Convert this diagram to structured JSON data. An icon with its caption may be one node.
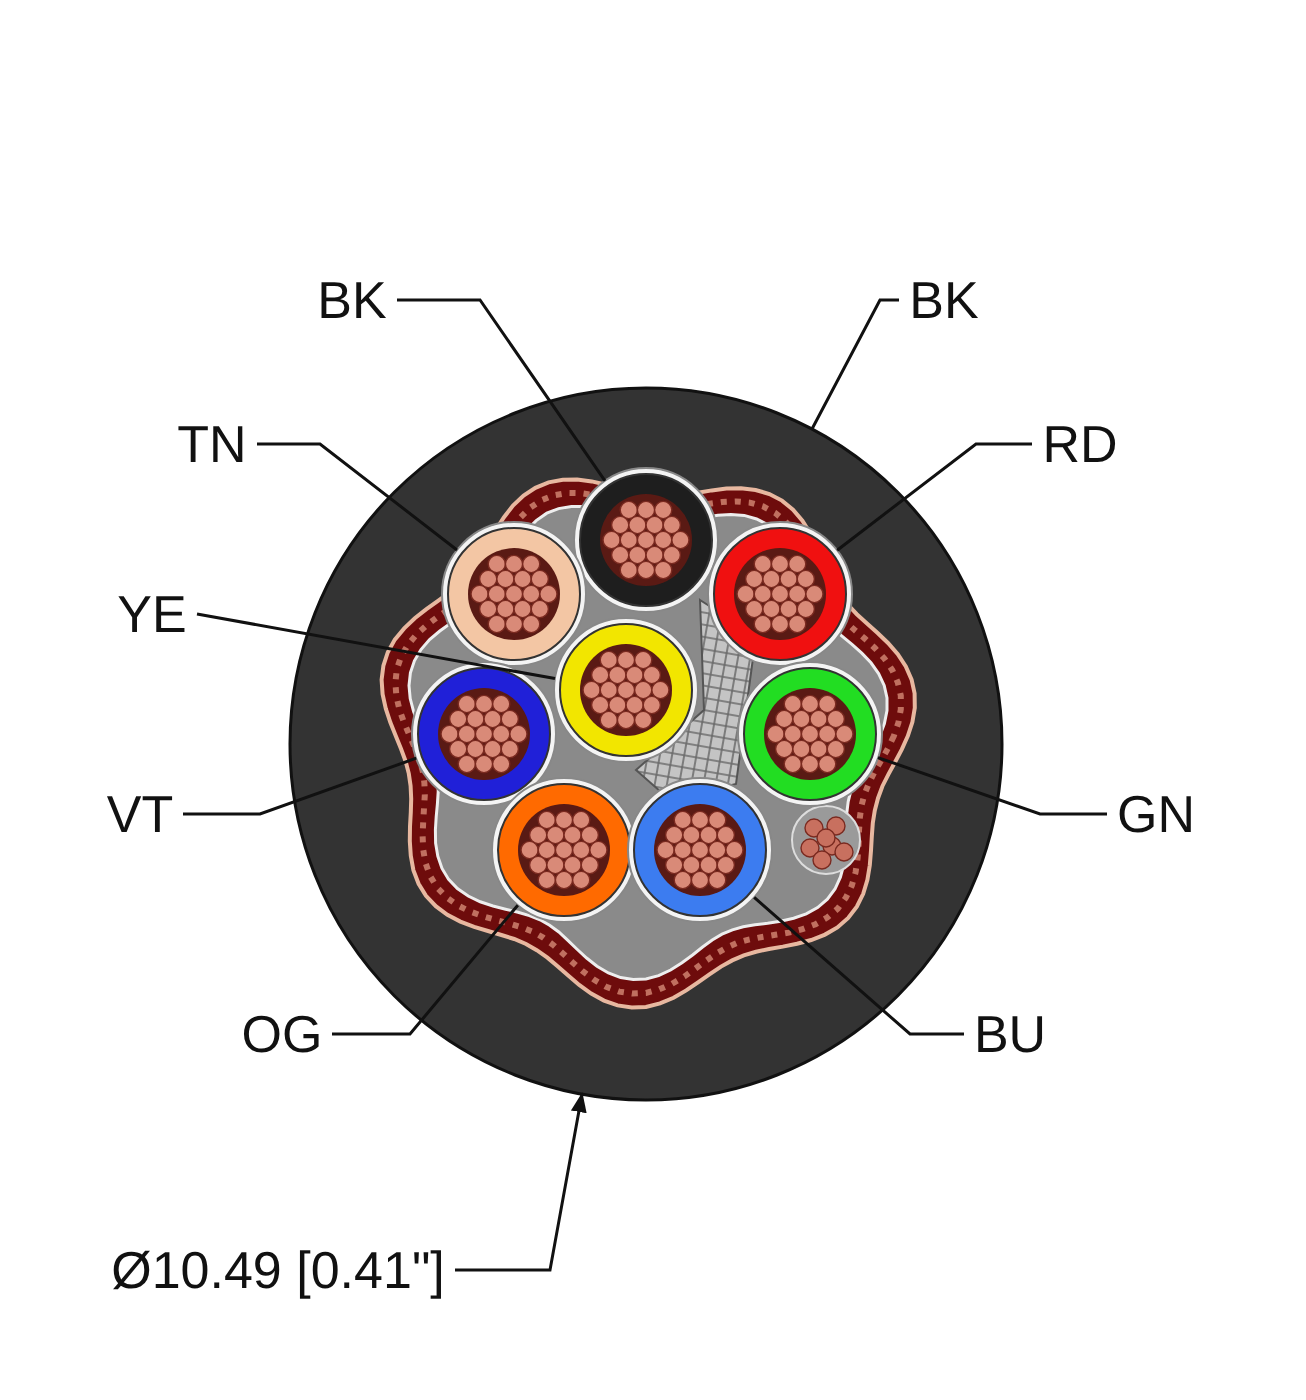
{
  "diagram": {
    "nodes": [
      {
        "text": [
          "BK"
        ]
      },
      {
        "text": [
          "BK"
        ]
      },
      {
        "text": [
          "TN"
        ]
      },
      {
        "text": [
          "RD"
        ]
      },
      {
        "text": [
          "YE"
        ]
      },
      {
        "text": [
          "VT"
        ]
      },
      {
        "text": [
          "GN"
        ]
      },
      {
        "text": [
          "OG"
        ]
      },
      {
        "text": [
          "BU"
        ]
      },
      {
        "text": [
          "Ø10.49 [0.41\"]"
        ]
      },
      {
        "text": [],
        "shape": "circle"
      },
      {
        "text": [],
        "shape": "circle",
        "in": 10
      },
      {
        "text": [],
        "shape": "circle",
        "in": 10
      },
      {
        "text": [],
        "shape": "circle",
        "in": 10
      },
      {
        "text": [],
        "shape": "circle",
        "in": 10
      },
      {
        "text": [],
        "shape": "circle",
        "in": 10
      },
      {
        "text": [],
        "shape": "circle",
        "in": 10
      },
      {
        "text": [],
        "shape": "circle",
        "in": 10
      },
      {
        "text": [],
        "shape": "circle",
        "in": 10
      }
    ],
    "edges": [
      {
        "from": 0,
        "to": 11,
        "arrow": "none"
      },
      {
        "from": 1,
        "to": 10,
        "arrow": "none"
      },
      {
        "from": 2,
        "to": 12,
        "arrow": "none"
      },
      {
        "from": 3,
        "to": 13,
        "arrow": "none"
      },
      {
        "from": 4,
        "to": 14,
        "arrow": "none"
      },
      {
        "from": 5,
        "to": 15,
        "arrow": "none"
      },
      {
        "from": 6,
        "to": 16,
        "arrow": "none"
      },
      {
        "from": 7,
        "to": 17,
        "arrow": "none"
      },
      {
        "from": 8,
        "to": 18,
        "arrow": "none"
      },
      {
        "from": 9,
        "to": 10,
        "arrow": "to"
      }
    ]
  }
}
